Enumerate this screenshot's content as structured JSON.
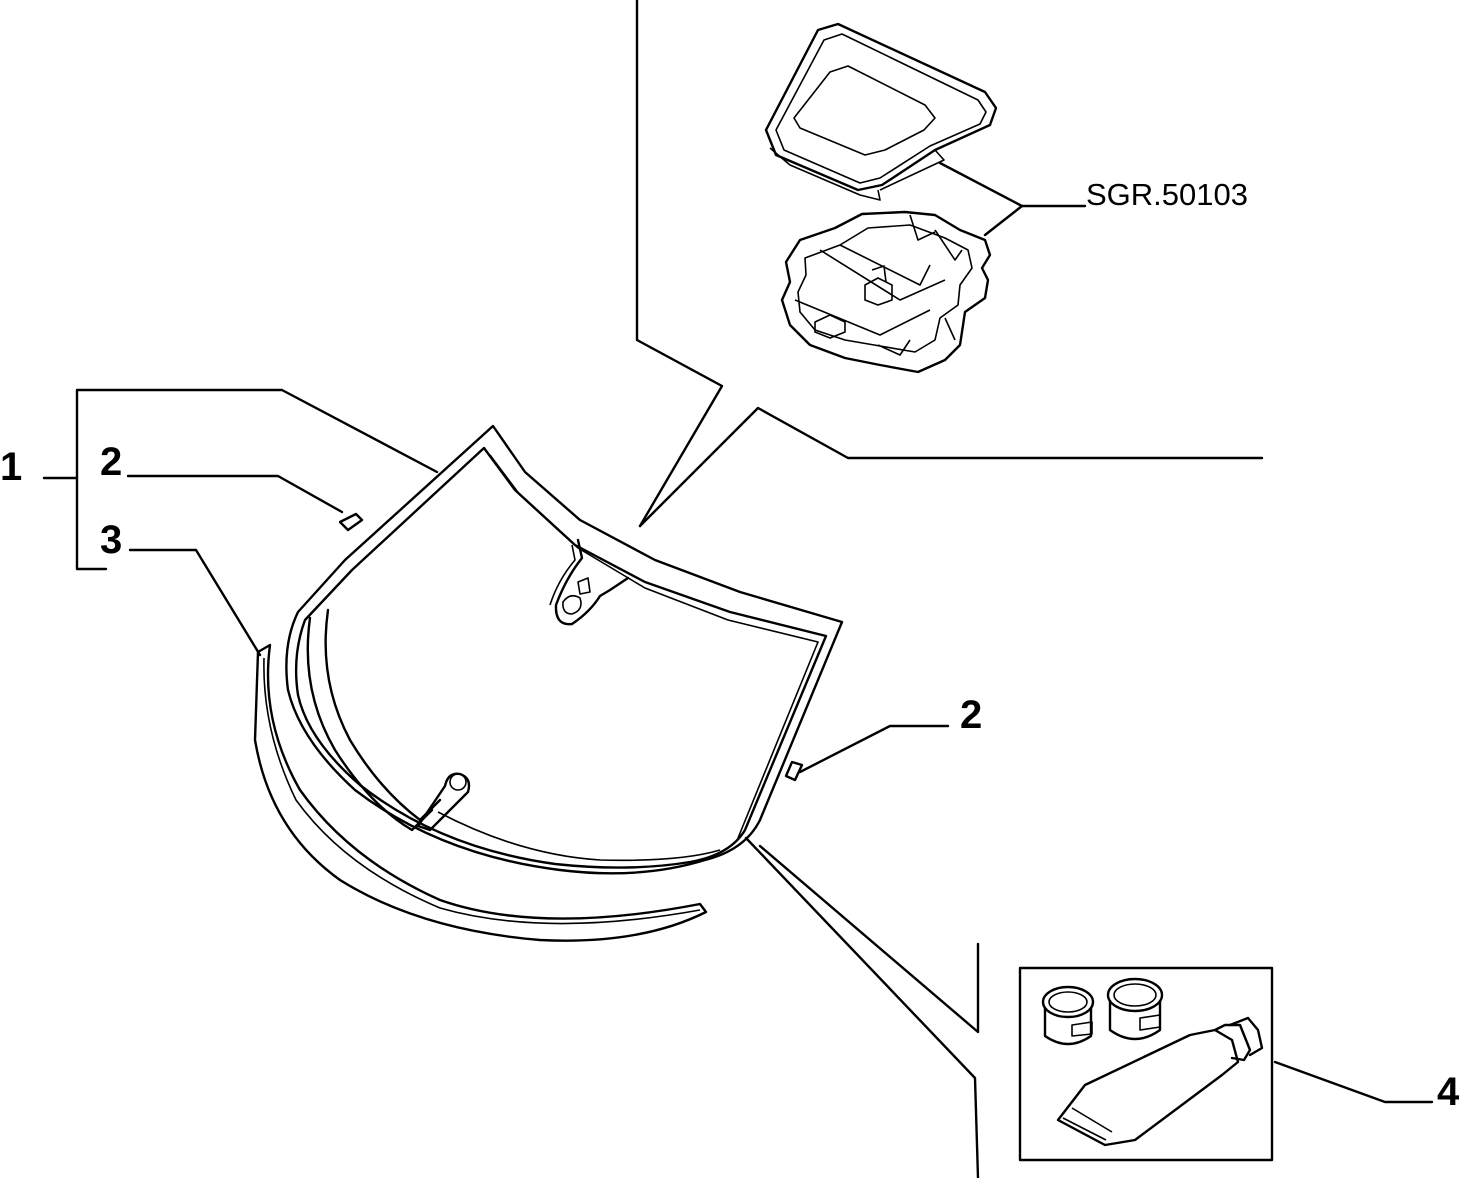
{
  "diagram": {
    "callouts": {
      "c1": "1",
      "c2_top": "2",
      "c3": "3",
      "c2_right": "2",
      "c4": "4"
    },
    "reference": "SGR.50103"
  },
  "style": {
    "line_color": "#000000",
    "background": "#ffffff"
  }
}
